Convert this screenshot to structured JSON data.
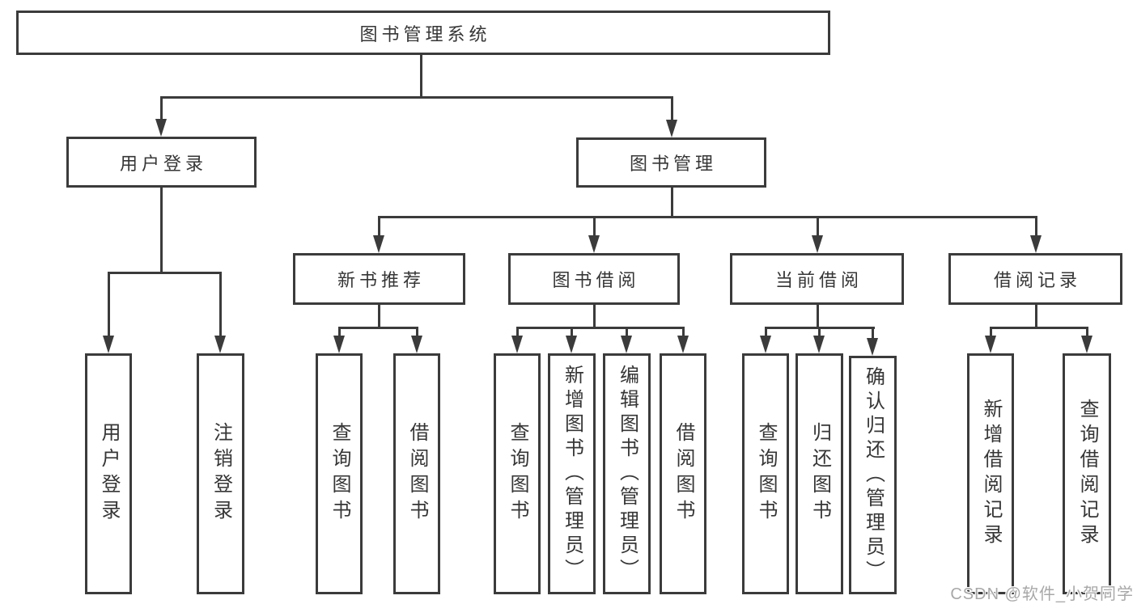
{
  "tree": {
    "root": {
      "label": "图书管理系统"
    },
    "login": {
      "label": "用户登录",
      "children": [
        {
          "label": "用户登录"
        },
        {
          "label": "注销登录"
        }
      ]
    },
    "manage": {
      "label": "图书管理",
      "sections": [
        {
          "label": "新书推荐",
          "children": [
            {
              "label": "查询图书"
            },
            {
              "label": "借阅图书"
            }
          ]
        },
        {
          "label": "图书借阅",
          "children": [
            {
              "label": "查询图书"
            },
            {
              "label": "新增图书（管理员）"
            },
            {
              "label": "编辑图书（管理员）"
            },
            {
              "label": "借阅图书"
            }
          ]
        },
        {
          "label": "当前借阅",
          "children": [
            {
              "label": "查询图书"
            },
            {
              "label": "归还图书"
            },
            {
              "label": "确认归还（管理员）"
            }
          ]
        },
        {
          "label": "借阅记录",
          "children": [
            {
              "label": "新增借阅记录"
            },
            {
              "label": "查询借阅记录"
            }
          ]
        }
      ]
    }
  },
  "watermark": "CSDN @软件_小贺同学",
  "colors": {
    "line": "#3b3b3b",
    "text": "#363636",
    "watermark": "#a8a8a8",
    "background": "#ffffff"
  }
}
